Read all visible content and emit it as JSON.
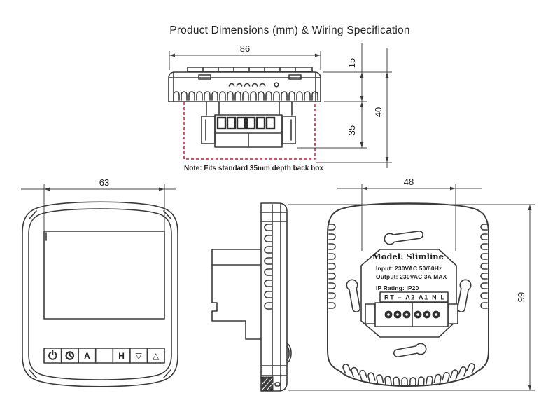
{
  "title": "Product Dimensions (mm) & Wiring Specification",
  "colors": {
    "line": "#3a3a3a",
    "back_box_outline": "#e8112d",
    "text": "#222222"
  },
  "section_view": {
    "width_dim": "86",
    "body_height_dim": "15",
    "back_box_depth_dim": "35",
    "total_depth_dim": "40",
    "note": "Note: Fits standard 35mm depth back box"
  },
  "front_view": {
    "screen_width_dim": "63",
    "buttons": [
      {
        "name": "power",
        "icon": "power-icon",
        "label": ""
      },
      {
        "name": "clock",
        "icon": "clock-icon",
        "label": ""
      },
      {
        "name": "auto",
        "icon": "",
        "label": "A"
      },
      {
        "name": "spacer",
        "icon": "",
        "label": ""
      },
      {
        "name": "hold",
        "icon": "",
        "label": "H"
      },
      {
        "name": "down",
        "icon": "triangle-down-icon",
        "label": "▽"
      },
      {
        "name": "up",
        "icon": "triangle-up-icon",
        "label": "△"
      }
    ]
  },
  "back_view": {
    "recess_width_dim": "48",
    "height_dim": "99",
    "label": {
      "model": "Model: Slimline",
      "input": "Input: 230VAC 50/60Hz",
      "output": "Output: 230VAC 3A MAX",
      "ip_rating": "IP Rating: IP20"
    },
    "terminals": "RT – A2 A1 N L"
  }
}
